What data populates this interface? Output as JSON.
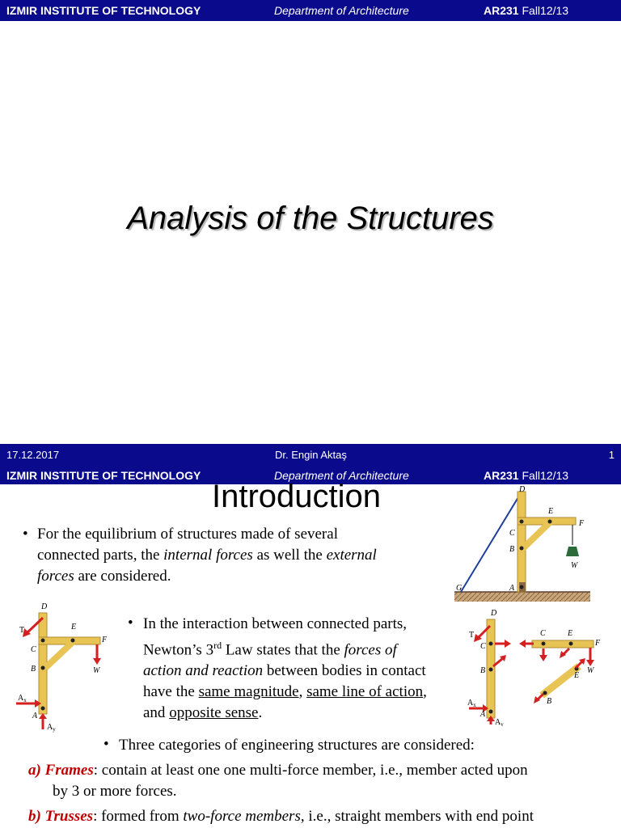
{
  "header": {
    "institute": "IZMIR INSTITUTE OF TECHNOLOGY",
    "department": "Department of Architecture",
    "course": "AR231",
    "term": "Fall12/13"
  },
  "slide1": {
    "title": "Analysis of the Structures"
  },
  "footer": {
    "date": "17.12.2017",
    "author": "Dr. Engin Aktaş",
    "page": "1"
  },
  "slide2": {
    "title": "Introduction",
    "bullet1": {
      "t1": "For the equilibrium of structures made of several",
      "t2": "connected parts, the ",
      "i1": "internal forces",
      "t3": " as well the ",
      "i2": "external",
      "i3": "forces",
      "t4": " are considered."
    },
    "bullet2": {
      "t1": "In the interaction between connected parts,",
      "t2": "Newton’s 3",
      "sup": "rd",
      "t3": " Law states that the ",
      "i1": "forces of",
      "i2": "action and reaction",
      "t4": " between bodies in contact",
      "t5": "have the ",
      "u1": "same magnitude",
      "c1": ", ",
      "u2": "same line of action",
      "c2": ",",
      "t6": "and ",
      "u3": "opposite sense",
      "t7": "."
    },
    "bullet3": "Three categories of engineering structures are considered:",
    "item_a": {
      "label": "a)  Frames",
      "t1": ":  contain at least one one multi-force member, i.e., member acted upon",
      "t2": "by 3 or more forces."
    },
    "item_b": {
      "label": "b)  Trusses",
      "t1": ":  formed from ",
      "i1": "two-force members",
      "t2": ", i.e., straight members with end point"
    }
  },
  "figures": {
    "fig1": {
      "D": "D",
      "E": "E",
      "F": "F",
      "C": "C",
      "B": "B",
      "W": "W",
      "G": "G",
      "A": "A"
    },
    "fig2": {
      "D": "D",
      "T": "T",
      "E": "E",
      "F": "F",
      "C": "C",
      "B": "B",
      "W": "W",
      "Ax": "A",
      "Ax_sub": "x",
      "A": "A",
      "Ay": "A",
      "Ay_sub": "y"
    },
    "fig3": {
      "D": "D",
      "T": "T",
      "C": "C",
      "B": "B",
      "C2": "C",
      "E": "E",
      "F": "F",
      "W": "W",
      "E2": "E",
      "B2": "B",
      "Ax": "A",
      "Ax_sub": "x",
      "A": "A",
      "Ay": "A",
      "Ay_sub": "y"
    }
  },
  "colors": {
    "bar": "#0a0a8c",
    "wood": "#e8c455",
    "arrow": "#d42020",
    "ground": "#b58a5a",
    "cable": "#1d3f9e"
  }
}
